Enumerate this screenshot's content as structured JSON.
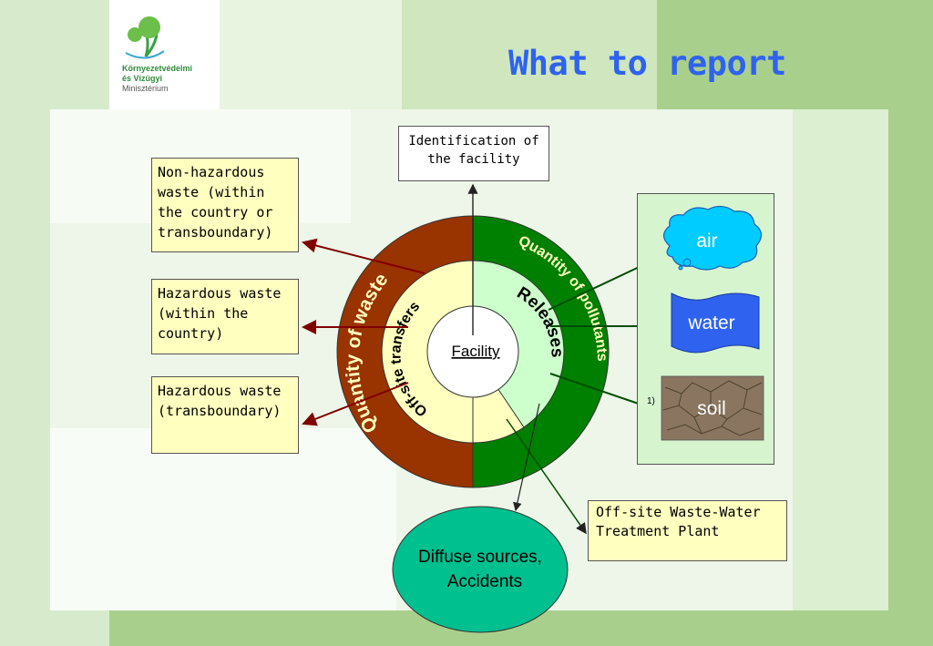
{
  "logo": {
    "line1": "Környezetvédelmi",
    "line2": "és Vízügyi",
    "line3": "Minisztérium"
  },
  "title": "What to report",
  "identification_box": "Identification of the facility",
  "center_label": "Facility",
  "rings": {
    "outer_left": "Quantity of waste",
    "inner_left": "Off-site transfers",
    "outer_right": "Quantity of pollutants",
    "inner_right": "Releases"
  },
  "waste_boxes": [
    {
      "text": "Non-hazardous waste (within the country or transboundary)"
    },
    {
      "text": "Hazardous waste (within the country)"
    },
    {
      "text": "Hazardous waste (transboundary)"
    }
  ],
  "media": {
    "air": "air",
    "water": "water",
    "soil": "soil",
    "soil_footnote": "1)"
  },
  "offsite_treatment": "Off-site Waste-Water Treatment Plant",
  "diffuse": {
    "line1": "Diffuse sources,",
    "line2": "Accidents"
  },
  "colors": {
    "title": "#2f62ee",
    "waste_ring": "#993300",
    "pollutant_ring": "#008000",
    "offsite_fill": "#ffffc0",
    "releases_fill": "#ccffcc",
    "arrow_waste": "#800000",
    "diffuse_fill": "#00c08f",
    "sky_blue": "#00ccff",
    "water_blue": "#2f62ee"
  }
}
